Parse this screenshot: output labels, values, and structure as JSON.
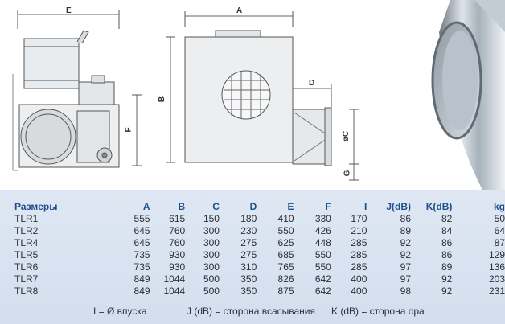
{
  "drawing": {
    "dim_labels": {
      "E": "E",
      "A": "A",
      "B": "B",
      "D": "D",
      "F": "F",
      "C": "øC",
      "G": "G"
    }
  },
  "table": {
    "headers": [
      "Размеры",
      "A",
      "B",
      "C",
      "D",
      "E",
      "F",
      "I",
      "J(dB)",
      "K(dB)",
      "kg"
    ],
    "rows": [
      [
        "TLR1",
        "555",
        "615",
        "150",
        "180",
        "410",
        "330",
        "170",
        "86",
        "82",
        "50"
      ],
      [
        "TLR2",
        "645",
        "760",
        "300",
        "230",
        "550",
        "426",
        "210",
        "89",
        "84",
        "64"
      ],
      [
        "TLR4",
        "645",
        "760",
        "300",
        "275",
        "625",
        "448",
        "285",
        "92",
        "86",
        "87"
      ],
      [
        "TLR5",
        "735",
        "930",
        "300",
        "275",
        "685",
        "550",
        "285",
        "92",
        "86",
        "129"
      ],
      [
        "TLR6",
        "735",
        "930",
        "300",
        "310",
        "765",
        "550",
        "285",
        "97",
        "89",
        "136"
      ],
      [
        "TLR7",
        "849",
        "1044",
        "500",
        "350",
        "826",
        "642",
        "400",
        "97",
        "92",
        "203"
      ],
      [
        "TLR8",
        "849",
        "1044",
        "500",
        "350",
        "875",
        "642",
        "400",
        "98",
        "92",
        "231"
      ]
    ]
  },
  "legend": {
    "i": "I = Ø впуска",
    "j": "J (dB) = сторона всасывания",
    "k": "K (dB) = сторона ора"
  }
}
